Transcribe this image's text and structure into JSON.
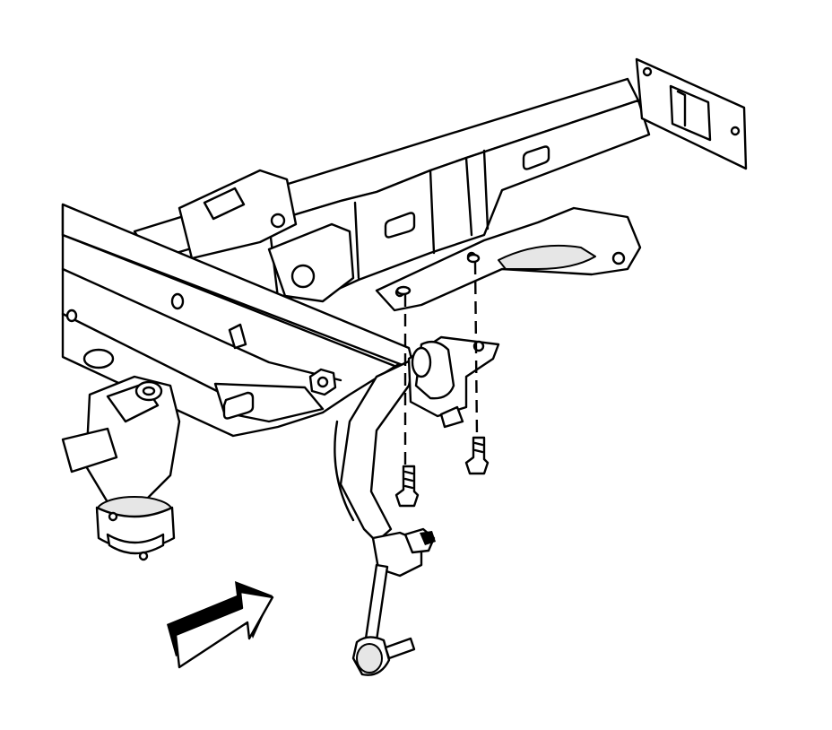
{
  "diagram": {
    "components": [
      {
        "id": "frame-rail"
      },
      {
        "id": "rear-crossmember"
      },
      {
        "id": "stabilizer-bar"
      },
      {
        "id": "stabilizer-bar-bushing-clamp"
      },
      {
        "id": "bushing-clamp-bolt-left"
      },
      {
        "id": "bushing-clamp-bolt-right"
      },
      {
        "id": "stabilizer-link"
      },
      {
        "id": "suspension-mount"
      },
      {
        "id": "front-of-vehicle-arrow"
      }
    ],
    "colors": {
      "line": "#000000",
      "background": "#ffffff",
      "shade": "#e6e6e6"
    }
  }
}
